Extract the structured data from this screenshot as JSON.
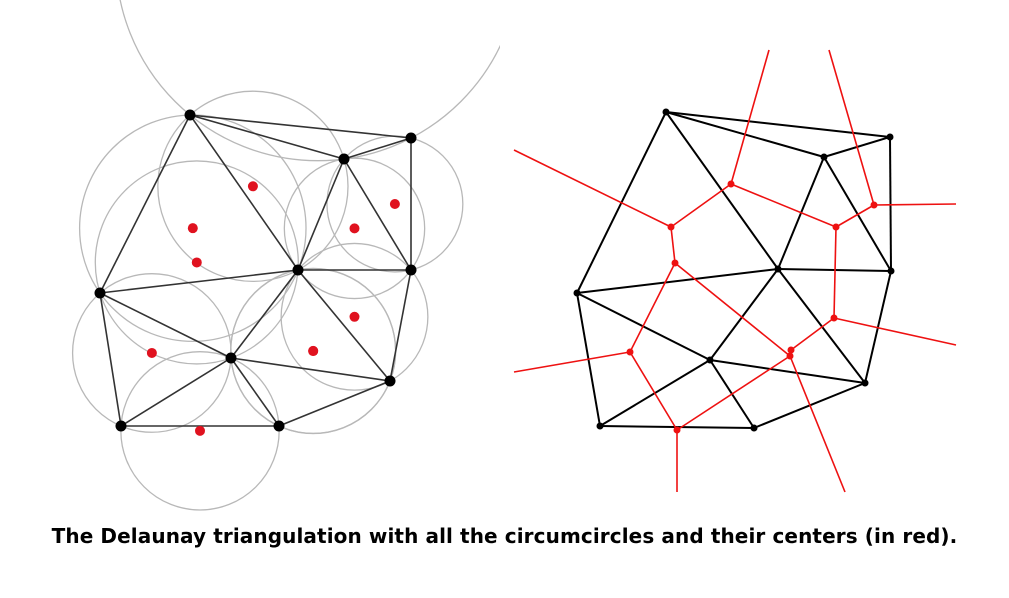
{
  "caption": "The Delaunay triangulation with all the circumcircles and their centers (in red).",
  "colors": {
    "point": "#000000",
    "edge_left": "#333333",
    "edge_right": "#000000",
    "circle": "#b8b8b8",
    "center": "#e0121f",
    "voronoi": "#ee1111"
  },
  "panels": [
    {
      "name": "delaunay-with-circumcircles",
      "shows": [
        "points",
        "triangulation-edges",
        "circumcircles",
        "circumcenters"
      ]
    },
    {
      "name": "delaunay-with-voronoi",
      "shows": [
        "points",
        "triangulation-edges",
        "voronoi-edges",
        "voronoi-vertices"
      ]
    }
  ]
}
